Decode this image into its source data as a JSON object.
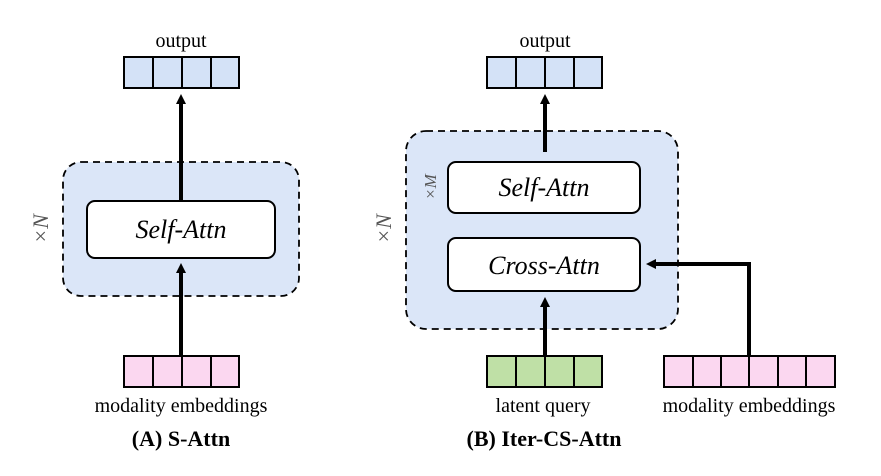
{
  "colors": {
    "blue_cell": "#d4e2f7",
    "blue_box": "#dbe6f8",
    "pink_cell": "#fbd7f0",
    "green_cell": "#bfe0a6",
    "stroke": "#000000",
    "grey_text": "#555555"
  },
  "panel_a": {
    "output_label": "output",
    "block_label": "Self-Attn",
    "repeat_label": "×N",
    "input_label": "modality embeddings",
    "caption": "(A) S-Attn",
    "output_cells": 4,
    "input_cells": 4
  },
  "panel_b": {
    "output_label": "output",
    "self_attn_label": "Self-Attn",
    "cross_attn_label": "Cross-Attn",
    "inner_repeat_label": "×M",
    "outer_repeat_label": "×N",
    "query_label": "latent query",
    "input_label": "modality embeddings",
    "caption": "(B) Iter-CS-Attn",
    "output_cells": 4,
    "query_cells": 4,
    "input_cells": 6
  }
}
